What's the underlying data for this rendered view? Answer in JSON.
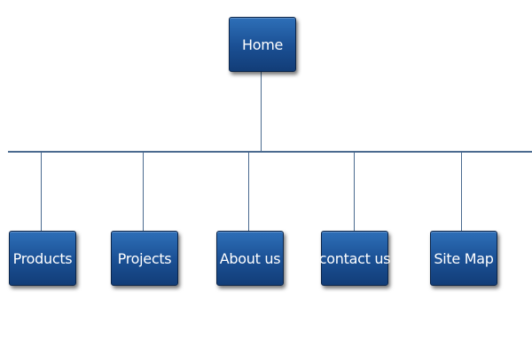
{
  "diagram": {
    "root": {
      "label": "Home"
    },
    "children": [
      {
        "label": "Products"
      },
      {
        "label": "Projects"
      },
      {
        "label": "About us"
      },
      {
        "label": "contact us"
      },
      {
        "label": "Site Map"
      }
    ]
  },
  "colors": {
    "node_fill": "#1a4f93",
    "node_border": "#0b254a",
    "node_text": "#ffffff",
    "connector": "#4a6a8f"
  }
}
